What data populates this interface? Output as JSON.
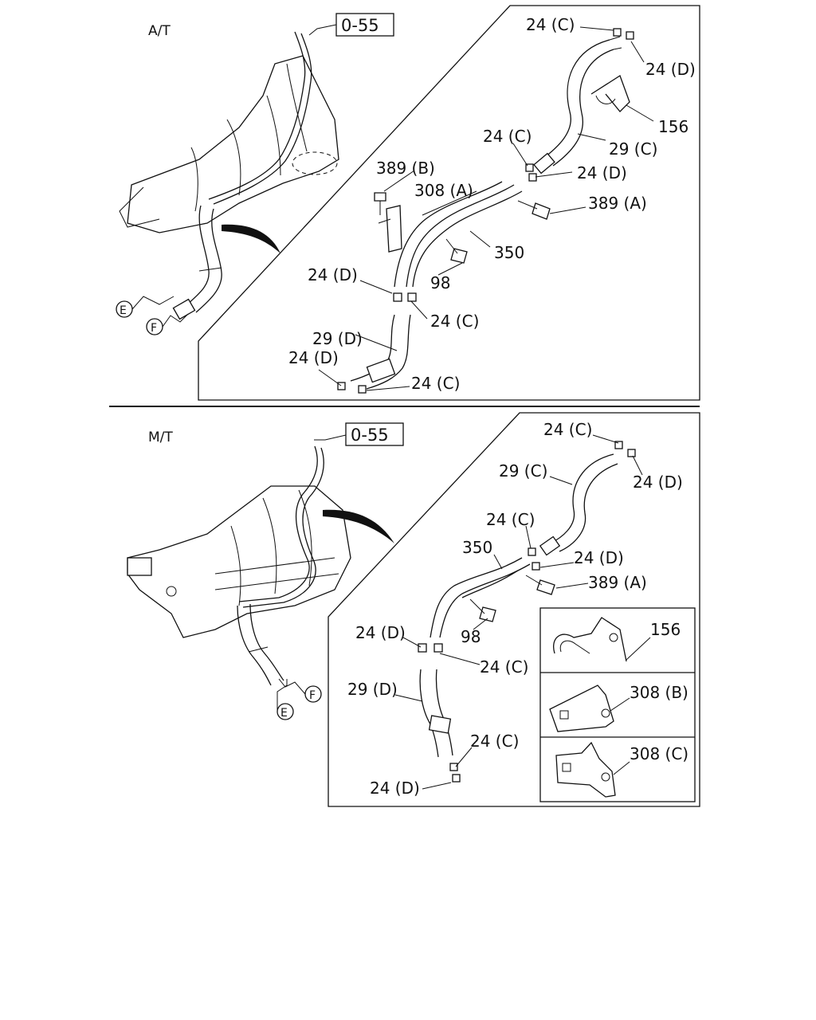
{
  "sections": {
    "at": {
      "title": "A/T",
      "ref_box": "0-55",
      "circle_e": "E",
      "circle_f": "F",
      "callouts": {
        "c_top": "24 (C)",
        "d_top": "24 (D)",
        "p156": "156",
        "c_mid": "24 (C)",
        "p29c": "29 (C)",
        "d_mid": "24 (D)",
        "p389b": "389 (B)",
        "p308a": "308 (A)",
        "p389a": "389 (A)",
        "p350": "350",
        "d_low": "24 (D)",
        "p98": "98",
        "c_low": "24 (C)",
        "p29d": "29 (D)",
        "d_bot": "24 (D)",
        "c_bot": "24 (C)"
      }
    },
    "mt": {
      "title": "M/T",
      "ref_box": "0-55",
      "circle_e": "E",
      "circle_f": "F",
      "callouts": {
        "c_top": "24 (C)",
        "p29c": "29 (C)",
        "d_top": "24 (D)",
        "c_mid": "24 (C)",
        "p350": "350",
        "d_mid": "24 (D)",
        "p389a": "389 (A)",
        "d_low": "24 (D)",
        "p98": "98",
        "c_low": "24 (C)",
        "p29d": "29 (D)",
        "c_bot": "24 (C)",
        "d_bot": "24 (D)",
        "p156": "156",
        "p308b": "308 (B)",
        "p308c": "308 (C)"
      }
    }
  }
}
